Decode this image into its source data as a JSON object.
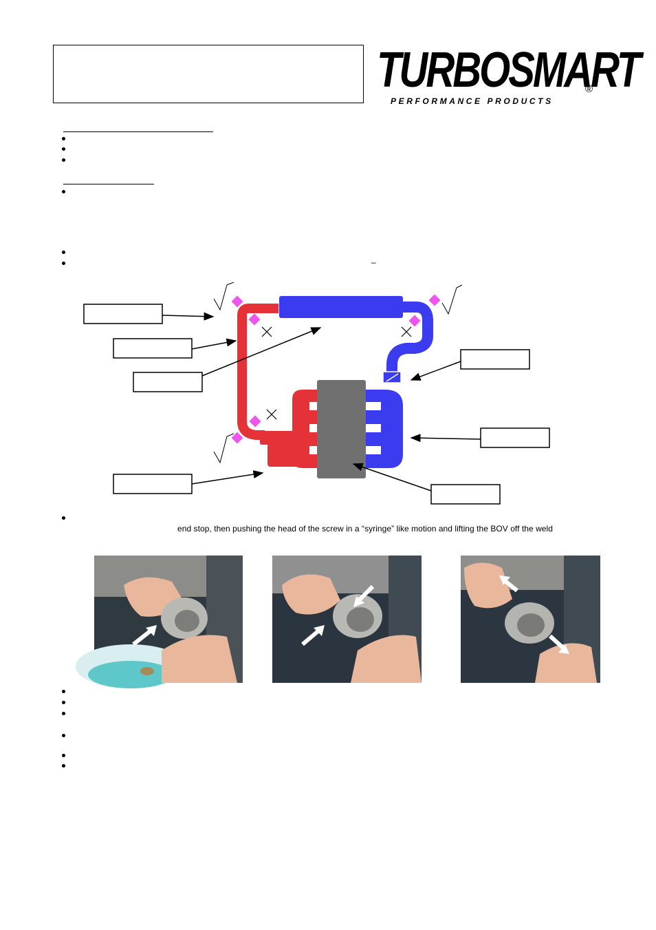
{
  "header": {
    "logo": {
      "brand": "TURBOSMART",
      "registered": "®",
      "tagline": "PERFORMANCE PRODUCTS"
    }
  },
  "installation": {
    "step_text_fragment": "end stop, then pushing the head of the screw in a “syringe” like motion and lifting the BOV off the weld",
    "dash": "–"
  },
  "diagram": {
    "marks": {
      "check": "√",
      "cross": "×"
    },
    "colors": {
      "hot_side": "#e53238",
      "cold_side": "#3b3bef",
      "engine": "#707070",
      "flange": "#ee55ee"
    }
  },
  "photos": [
    {
      "icon": "photo-step-1"
    },
    {
      "icon": "photo-step-2"
    },
    {
      "icon": "photo-step-3"
    }
  ]
}
